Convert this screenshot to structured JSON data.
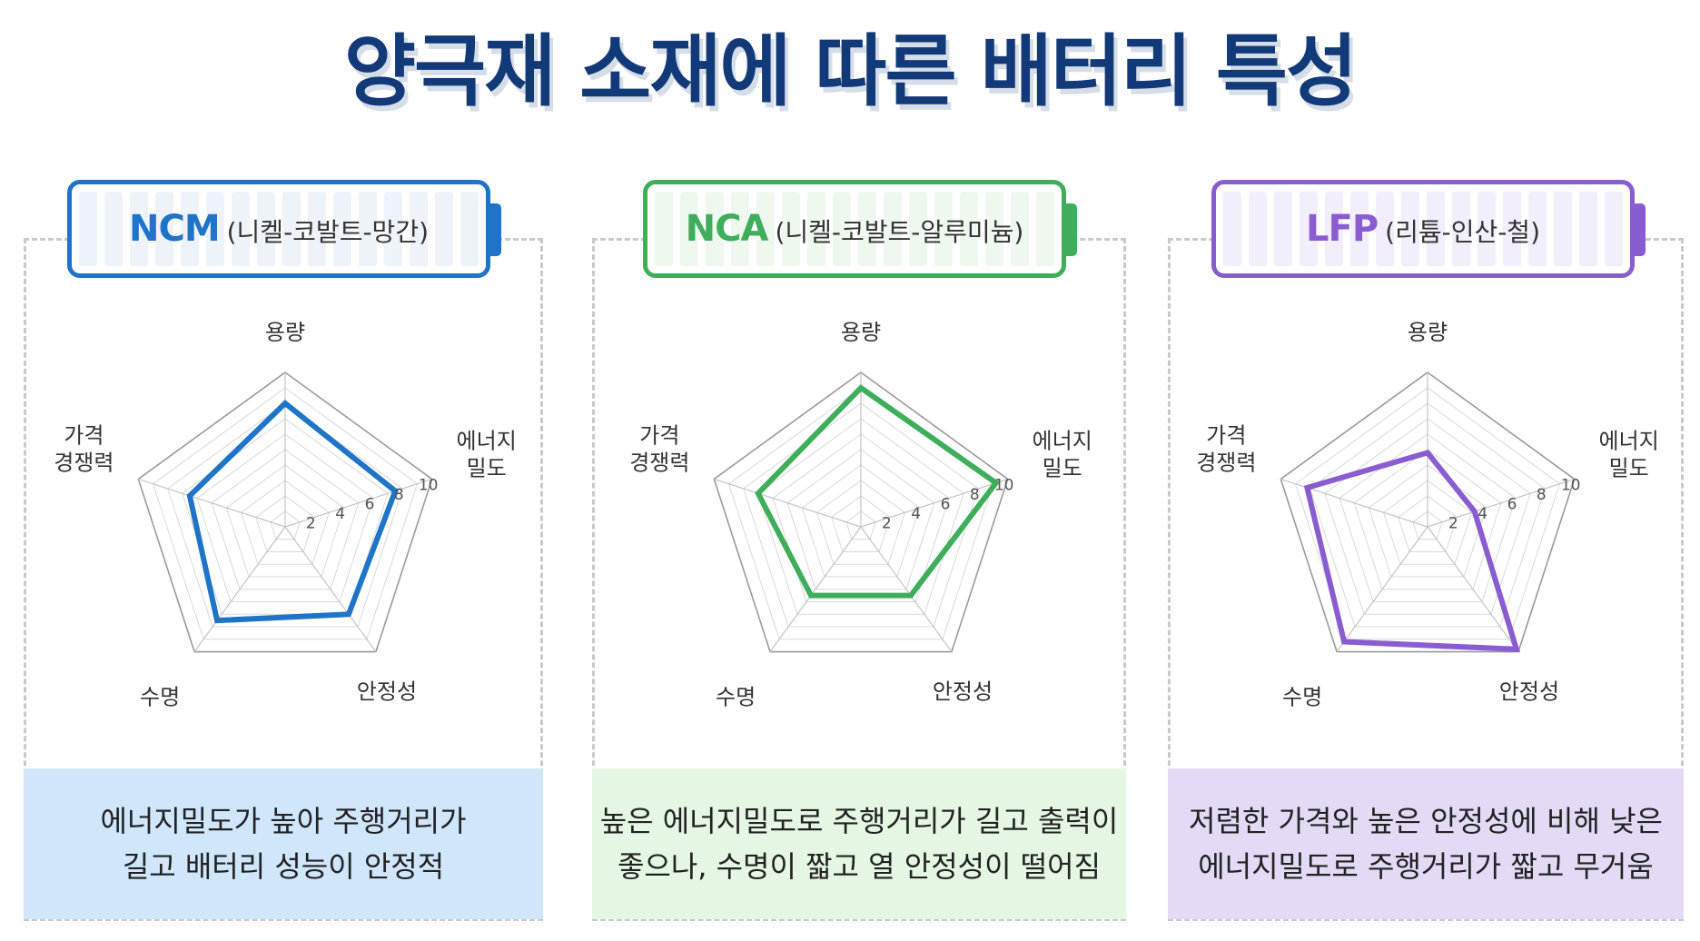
{
  "title": "양극재 소재에 따른 배터리 특성",
  "chart_data": [
    {
      "type": "radar",
      "badge": {
        "code": "NCM",
        "name": "(니켈-코발트-망간)"
      },
      "color": "#1e74c7",
      "light": "#eef3fa",
      "descBg": "#cfe6fb",
      "categories": [
        "용량",
        "에너지\n밀도",
        "안정성",
        "수명",
        "가격\n경쟁력"
      ],
      "ticks": [
        "2",
        "4",
        "6",
        "8",
        "10"
      ],
      "rlim": [
        0,
        10
      ],
      "values": [
        8,
        7.5,
        7,
        7.5,
        6.5
      ],
      "description": [
        "에너지밀도가 높아 주행거리가",
        "길고 배터리 성능이 안정적"
      ]
    },
    {
      "type": "radar",
      "badge": {
        "code": "NCA",
        "name": "(니켈-코발트-알루미늄)"
      },
      "color": "#3fae5b",
      "light": "#eef8ef",
      "descBg": "#e3f7e2",
      "categories": [
        "용량",
        "에너지\n밀도",
        "안정성",
        "수명",
        "가격\n경쟁력"
      ],
      "ticks": [
        "2",
        "4",
        "6",
        "8",
        "10"
      ],
      "rlim": [
        0,
        10
      ],
      "values": [
        9,
        9.2,
        5.5,
        5.5,
        7
      ],
      "description": [
        "높은 에너지밀도로 주행거리가 길고 출력이",
        "좋으나, 수명이 짧고 열 안정성이 떨어짐"
      ]
    },
    {
      "type": "radar",
      "badge": {
        "code": "LFP",
        "name": "(리튬-인산-철)"
      },
      "color": "#8a5cd2",
      "light": "#f3eefb",
      "descBg": "#e4daf6",
      "categories": [
        "용량",
        "에너지\n밀도",
        "안정성",
        "수명",
        "가격\n경쟁력"
      ],
      "ticks": [
        "2",
        "4",
        "6",
        "8",
        "10"
      ],
      "rlim": [
        0,
        10
      ],
      "values": [
        4.8,
        3.2,
        9.8,
        9.2,
        8.2
      ],
      "description": [
        "저렴한 가격와 높은 안정성에 비해 낮은",
        "에너지밀도로 주행거리가 짧고 무거움"
      ]
    }
  ]
}
